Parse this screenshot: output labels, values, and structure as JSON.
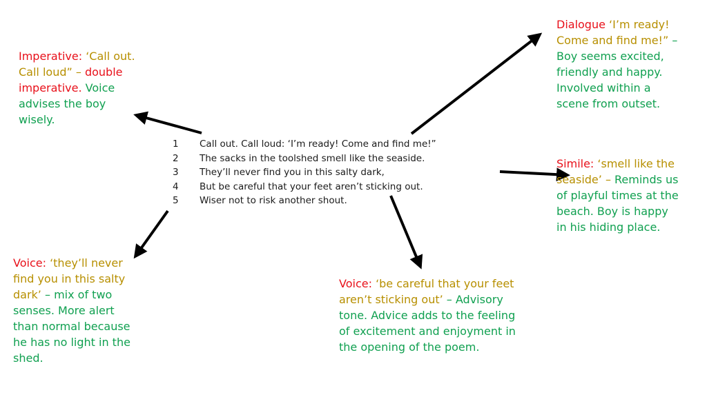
{
  "poem": {
    "lines": [
      {
        "num": "1",
        "text": "Call out.  Call loud: ‘I’m ready!  Come and find me!”"
      },
      {
        "num": "2",
        "text": "The sacks in the toolshed smell like the seaside."
      },
      {
        "num": "3",
        "text": "They’ll never find you in this salty dark,"
      },
      {
        "num": "4",
        "text": "But be careful that your feet aren’t sticking out."
      },
      {
        "num": "5",
        "text": "Wiser not to risk another shout."
      }
    ]
  },
  "annotations": {
    "imperative": {
      "term": "Imperative:",
      "quote": "‘Call out. Call loud” –",
      "term2": "double imperative.",
      "comment": "Voice advises the boy wisely."
    },
    "dialogue": {
      "term": "Dialogue",
      "quote": "‘I’m ready! Come and find me!”",
      "comment": "– Boy seems excited, friendly and happy. Involved within a scene from outset."
    },
    "simile": {
      "term": "Simile:",
      "quote": "‘smell like the seaside’ –",
      "comment": "Reminds us of playful times at the beach. Boy is happy in his hiding place."
    },
    "voice_salty": {
      "term": "Voice:",
      "quote": "‘they’ll never find you in this salty dark’",
      "comment": "– mix of two senses. More alert than normal because he has no light in the shed."
    },
    "voice_careful": {
      "term": "Voice:",
      "quote": "‘be careful that your feet aren’t sticking out’",
      "comment": "– Advisory tone.  Advice adds to the feeling of excitement and enjoyment in the opening of the poem."
    }
  },
  "colors": {
    "term": "#e8101a",
    "quote": "#b78f00",
    "comment": "#10a050",
    "arrow": "#000000"
  }
}
